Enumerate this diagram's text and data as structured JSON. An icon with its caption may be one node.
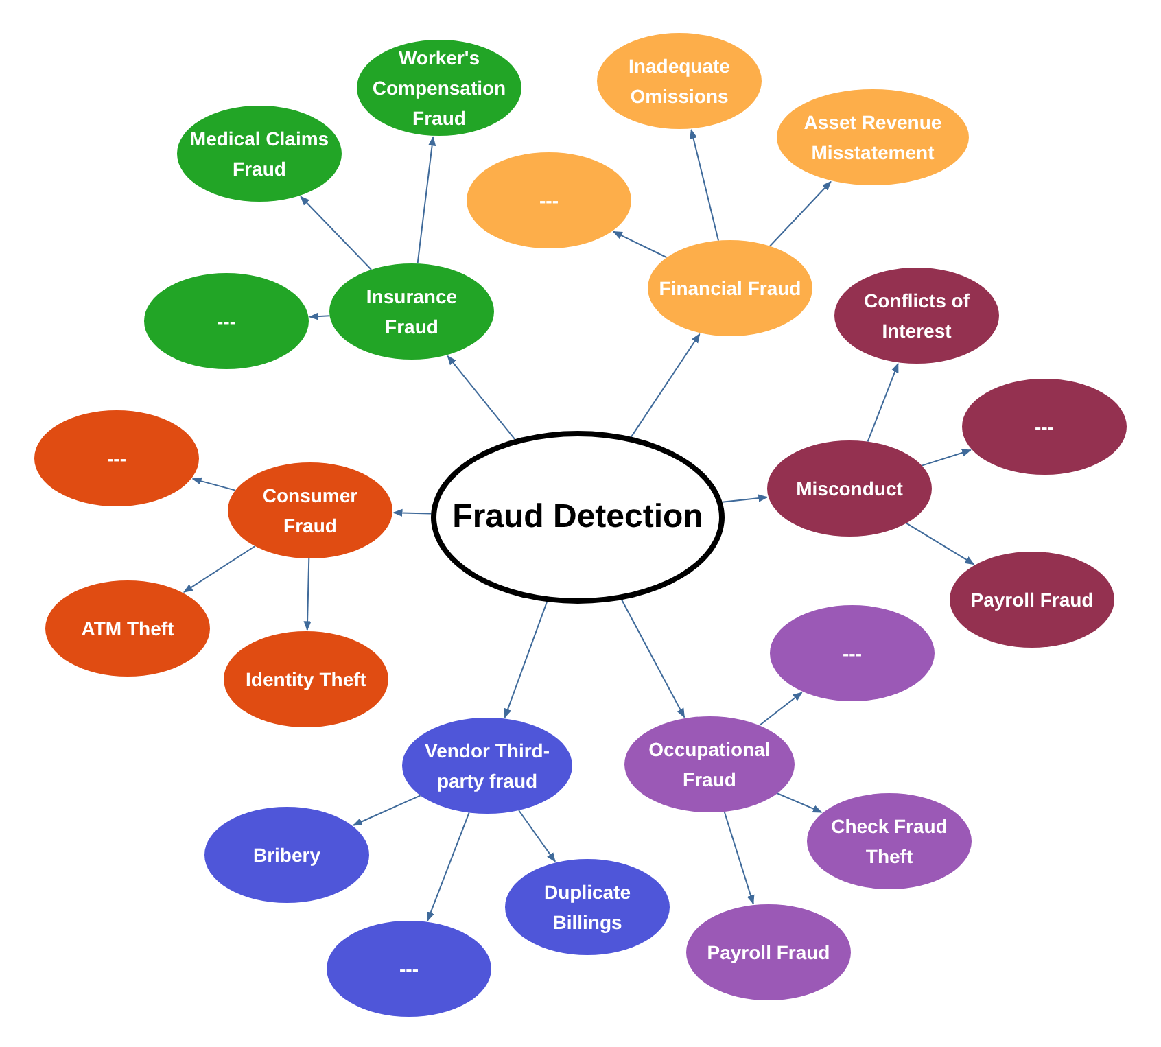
{
  "diagram": {
    "nodes": [
      {
        "text": [
          "Fraud Detection"
        ]
      },
      {
        "text": [
          "Insurance Fraud"
        ]
      },
      {
        "text": [
          "Medical Claims Fraud"
        ]
      },
      {
        "text": [
          "Worker's Compensation Fraud"
        ]
      },
      {
        "text": [
          "---"
        ]
      },
      {
        "text": [
          "Financial Fraud"
        ]
      },
      {
        "text": [
          "Inadequate Omissions"
        ]
      },
      {
        "text": [
          "Asset Revenue Misstatement"
        ]
      },
      {
        "text": [
          "---"
        ]
      },
      {
        "text": [
          "Misconduct"
        ]
      },
      {
        "text": [
          "Conflicts of Interest"
        ]
      },
      {
        "text": [
          "---"
        ]
      },
      {
        "text": [
          "Payroll Fraud"
        ]
      },
      {
        "text": [
          "Occupational Fraud"
        ]
      },
      {
        "text": [
          "---"
        ]
      },
      {
        "text": [
          "Check Fraud Theft"
        ]
      },
      {
        "text": [
          "Payroll Fraud"
        ]
      },
      {
        "text": [
          "Vendor Third-party fraud"
        ]
      },
      {
        "text": [
          "Bribery"
        ]
      },
      {
        "text": [
          "Duplicate Billings"
        ]
      },
      {
        "text": [
          "---"
        ]
      },
      {
        "text": [
          "Consumer Fraud"
        ]
      },
      {
        "text": [
          "---"
        ]
      },
      {
        "text": [
          "ATM Theft"
        ]
      },
      {
        "text": [
          "Identity Theft"
        ]
      }
    ],
    "edges": [
      {
        "from": 0,
        "to": 1,
        "arrow": "to"
      },
      {
        "from": 1,
        "to": 2,
        "arrow": "to"
      },
      {
        "from": 1,
        "to": 3,
        "arrow": "to"
      },
      {
        "from": 1,
        "to": 4,
        "arrow": "to"
      },
      {
        "from": 0,
        "to": 5,
        "arrow": "to"
      },
      {
        "from": 5,
        "to": 6,
        "arrow": "to"
      },
      {
        "from": 5,
        "to": 7,
        "arrow": "to"
      },
      {
        "from": 5,
        "to": 8,
        "arrow": "to"
      },
      {
        "from": 0,
        "to": 9,
        "arrow": "to"
      },
      {
        "from": 9,
        "to": 10,
        "arrow": "to"
      },
      {
        "from": 9,
        "to": 11,
        "arrow": "to"
      },
      {
        "from": 9,
        "to": 12,
        "arrow": "to"
      },
      {
        "from": 0,
        "to": 13,
        "arrow": "to"
      },
      {
        "from": 13,
        "to": 14,
        "arrow": "to"
      },
      {
        "from": 13,
        "to": 15,
        "arrow": "to"
      },
      {
        "from": 13,
        "to": 16,
        "arrow": "to"
      },
      {
        "from": 0,
        "to": 17,
        "arrow": "to"
      },
      {
        "from": 17,
        "to": 18,
        "arrow": "to"
      },
      {
        "from": 17,
        "to": 19,
        "arrow": "to"
      },
      {
        "from": 17,
        "to": 20,
        "arrow": "to"
      },
      {
        "from": 0,
        "to": 21,
        "arrow": "to"
      },
      {
        "from": 21,
        "to": 22,
        "arrow": "to"
      },
      {
        "from": 21,
        "to": 23,
        "arrow": "to"
      },
      {
        "from": 21,
        "to": 24,
        "arrow": "to"
      }
    ]
  }
}
